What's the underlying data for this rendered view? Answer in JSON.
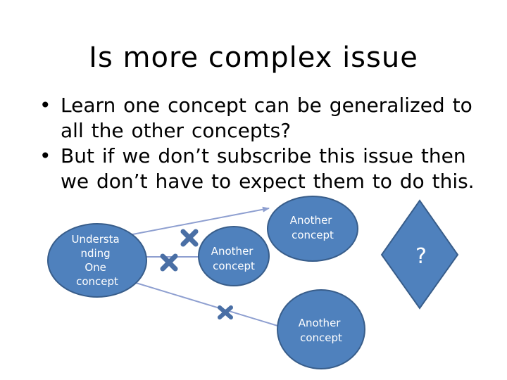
{
  "slide": {
    "title": "Is more complex issue",
    "bullets": [
      "Learn one concept can be generalized to all the other concepts?",
      "But if we don’t subscribe this issue then we don’t have to expect them to do this."
    ]
  },
  "diagram": {
    "colors": {
      "fill": "#4F81BD",
      "stroke": "#385D8A",
      "arrow": "#8E9FD0",
      "cross": "#4A6FA5"
    },
    "source_node": {
      "lines": [
        "Understa",
        "nding",
        "One",
        "concept"
      ]
    },
    "middle_node": {
      "lines": [
        "Another",
        "concept"
      ]
    },
    "top_node": {
      "lines": [
        "Another",
        "concept"
      ]
    },
    "bottom_node": {
      "lines": [
        "Another",
        "concept"
      ]
    },
    "unknown_node": {
      "label": "?"
    },
    "cross_icons": 3
  }
}
